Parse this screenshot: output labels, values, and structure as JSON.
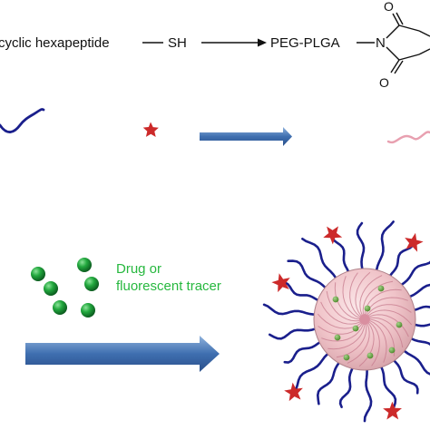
{
  "scheme": {
    "reactant": "cyclic hexapeptide",
    "thiol": "SH",
    "product": "PEG-PLGA",
    "maleimide_atoms": {
      "nitrogen": "N",
      "oxygen_top": "O",
      "oxygen_bottom": "O"
    }
  },
  "payload": {
    "label_line1": "Drug or",
    "label_line2": "fluorescent tracer"
  },
  "colors": {
    "chain_blue": "#1a1f8c",
    "chain_pink": "#e8a0b0",
    "star_red": "#cc2a2a",
    "arrow_blue": "#3f6fb0",
    "bead_green": "#1f9a3a",
    "label_green": "#27b83f",
    "core_pink": "#f0c8cc",
    "core_edge": "#b08088"
  }
}
